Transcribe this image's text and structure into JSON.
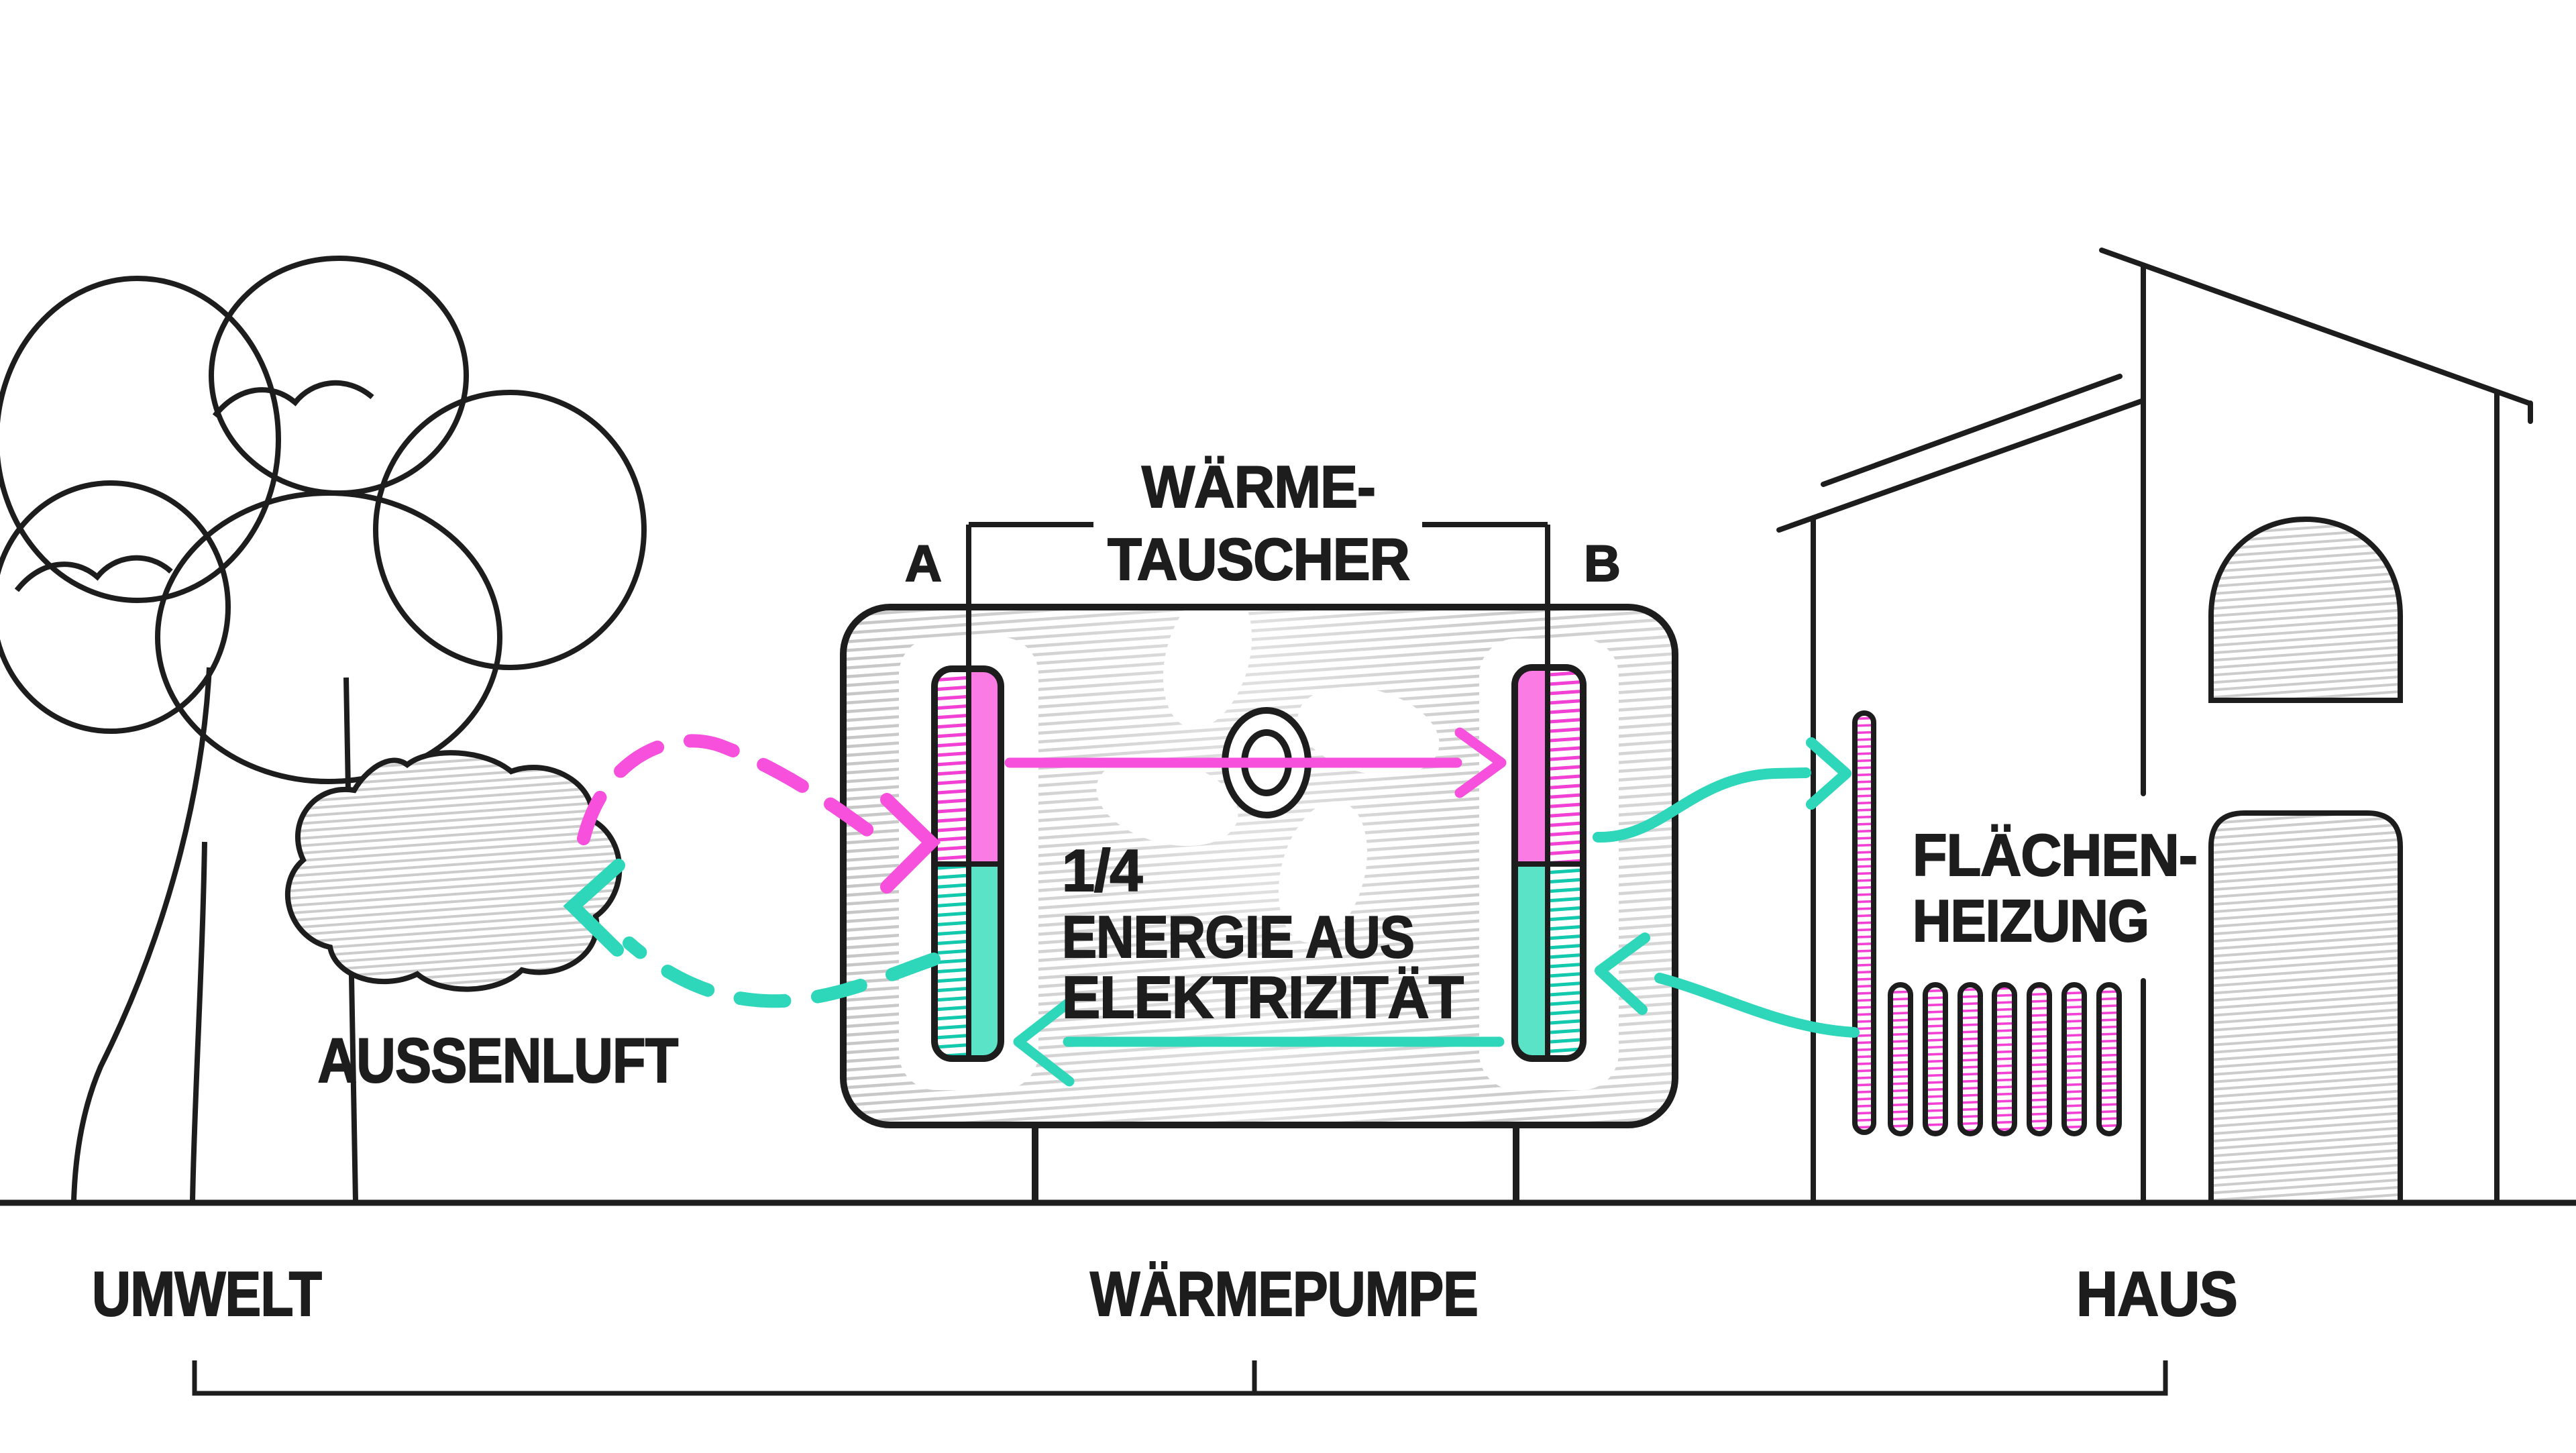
{
  "diagram": {
    "subject": "heat-pump-functional-diagram",
    "labels": {
      "environment": "UMWELT",
      "heat_pump": "WÄRMEPUMPE",
      "house": "HAUS",
      "outside_air": "AUSSENLUFT",
      "heat_exchanger_line1": "WÄRME-",
      "heat_exchanger_line2": "TAUSCHER",
      "exchanger_a": "A",
      "exchanger_b": "B",
      "energy_fraction": "1/4",
      "energy_line1": "ENERGIE AUS",
      "energy_line2": "ELEKTRIZITÄT",
      "surface_heating_line1": "FLÄCHEN-",
      "surface_heating_line2": "HEIZUNG"
    },
    "colors": {
      "ink": "#1d1d1d",
      "pink_arrow": "#F650DC",
      "pink_solid": "#F97BE3",
      "pink_hatch": "#F23FD4",
      "teal_arrow": "#2ED7BA",
      "teal_solid": "#5BE3C8",
      "teal_hatch": "#12C9AD",
      "gray_hatch": "#C6C6C6"
    },
    "icons": [
      "tree-icon",
      "cloud-icon",
      "fan-icon",
      "house-icon",
      "radiator-wall-icon",
      "radiator-floor-icon",
      "pink-dashed-arrow",
      "teal-dashed-arrow",
      "pink-solid-arrow-a-to-b",
      "teal-solid-arrow-b-to-a",
      "teal-supply-arrow-to-house",
      "teal-return-arrow-to-pump"
    ]
  }
}
